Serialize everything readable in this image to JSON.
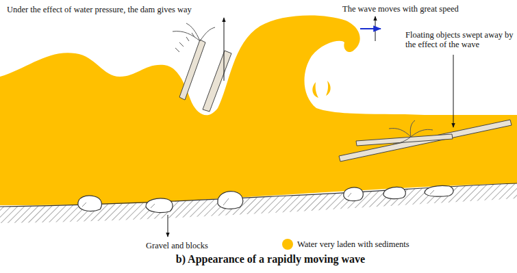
{
  "diagram": {
    "caption": "b) Appearance of a rapidly moving wave",
    "labels": [
      "Under the effect of water pressure, the dam gives way",
      "The wave moves with great speed",
      "Floating objects swept away by the effect of the wave",
      "Gravel and blocks"
    ],
    "legend": [
      {
        "text": "Water very laden with sediments",
        "color": "#FFC000"
      }
    ]
  }
}
